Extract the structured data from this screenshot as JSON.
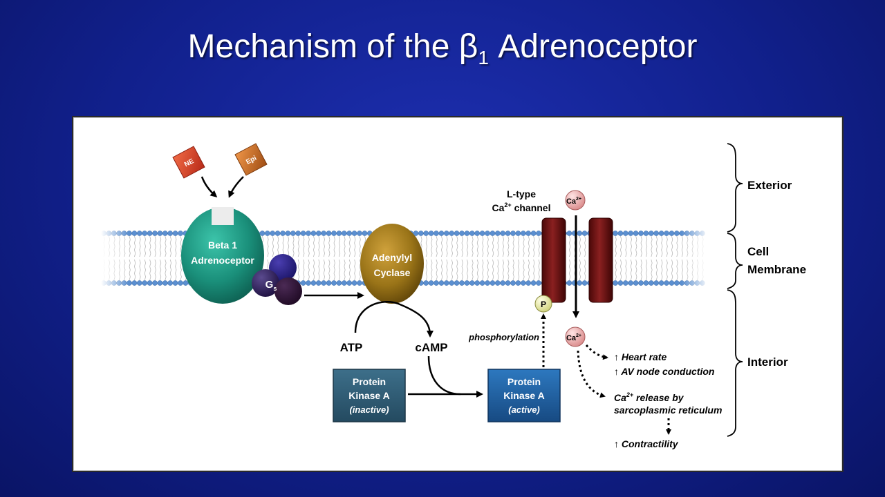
{
  "slide": {
    "title_main": "Mechanism of the β",
    "title_sub": "1",
    "title_end": " Adrenoceptor"
  },
  "ligands": {
    "ne": "NE",
    "epi": "Epi"
  },
  "receptor": {
    "line1": "Beta 1",
    "line2": "Adrenoceptor",
    "gprotein": "G",
    "gprotein_sub": "s"
  },
  "adenylyl_cyclase": {
    "line1": "Adenylyl",
    "line2": "Cyclase"
  },
  "molecules": {
    "atp": "ATP",
    "camp": "cAMP",
    "phosphorylation": "phosphorylation",
    "phosphate": "P"
  },
  "pka_inactive": {
    "line1": "Protein",
    "line2": "Kinase A",
    "state": "(inactive)"
  },
  "pka_active": {
    "line1": "Protein",
    "line2": "Kinase A",
    "state": "(active)"
  },
  "channel": {
    "line1": "L-type",
    "line2_pre": "Ca",
    "line2_sup": "2+",
    "line2_post": " channel"
  },
  "calcium": {
    "base": "Ca",
    "sup": "2+"
  },
  "effects": {
    "heart_rate": "↑ Heart rate",
    "av_node": "↑ AV node conduction",
    "ca_release_pre": "Ca",
    "ca_release_sup": "2+",
    "ca_release_post": " release by",
    "ca_release_line2": "sarcoplasmic reticulum",
    "contractility": "↑ Contractility"
  },
  "regions": {
    "exterior": "Exterior",
    "membrane_line1": "Cell",
    "membrane_line2": "Membrane",
    "interior": "Interior"
  },
  "colors": {
    "background": "#11208c",
    "receptor": "#1a8f7a",
    "adenylyl_cyclase": "#9a7418",
    "pka_inactive": "#2f5a73",
    "pka_active": "#1f5fa0",
    "channel": "#6e1212",
    "membrane_head": "#5b8fd0",
    "ne": "#e0432a",
    "epi": "#d9742a",
    "gprotein": "#2c1c52",
    "calcium": "#e7a8a8",
    "phosphate": "#eef0a8"
  }
}
